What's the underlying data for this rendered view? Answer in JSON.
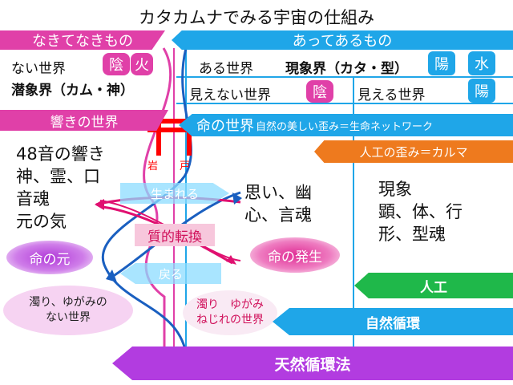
{
  "title": "カタカムナでみる宇宙の仕組み",
  "header_left": "なきてなきもの",
  "header_right": "あってあるもの",
  "row1": {
    "nai_sekai": "ない世界",
    "senshokai": "潜象界（カム・神）",
    "in": "陰",
    "hi": "火",
    "aru_sekai": "ある世界",
    "genshokai": "現象界（カタ・型）",
    "you": "陽",
    "mizu": "水"
  },
  "row2": {
    "mienai": "見えない世界",
    "in": "陰",
    "mieru": "見える世界",
    "you": "陽"
  },
  "hibiki_bar": "響きの世界",
  "inochi_bar": {
    "main": "命の世界",
    "sub": "自然の美しい歪み＝生命ネットワーク"
  },
  "karma_bar": "人工の歪み＝カルマ",
  "torii_label": {
    "left": "岩",
    "right": "戸"
  },
  "left_text": [
    "48音の響き",
    "神、霊、口",
    "音魂",
    "元の気"
  ],
  "middle_text": [
    "思い、幽",
    "心、言魂"
  ],
  "right_text": [
    "現象",
    "顕、体、行",
    "形、型魂"
  ],
  "umareru": "生まれる",
  "modoru": "戻る",
  "shitsuteki": "質的転換",
  "inochi_moto": "命の元",
  "inochi_hassei": "命の発生",
  "nigori_left": [
    "濁り、ゆがみの",
    "ない世界"
  ],
  "nigori_mid": [
    "濁り　ゆがみ",
    "ねじれの世界"
  ],
  "jinko": "人工",
  "shizen_junkan": "自然循環",
  "tennen": "天然循環法",
  "colors": {
    "pink": "#e040a8",
    "blue": "#1fa6e8",
    "orange": "#ee7a1e",
    "green": "#1fb84a",
    "purple": "#b23ce0",
    "red": "#ff0000"
  }
}
